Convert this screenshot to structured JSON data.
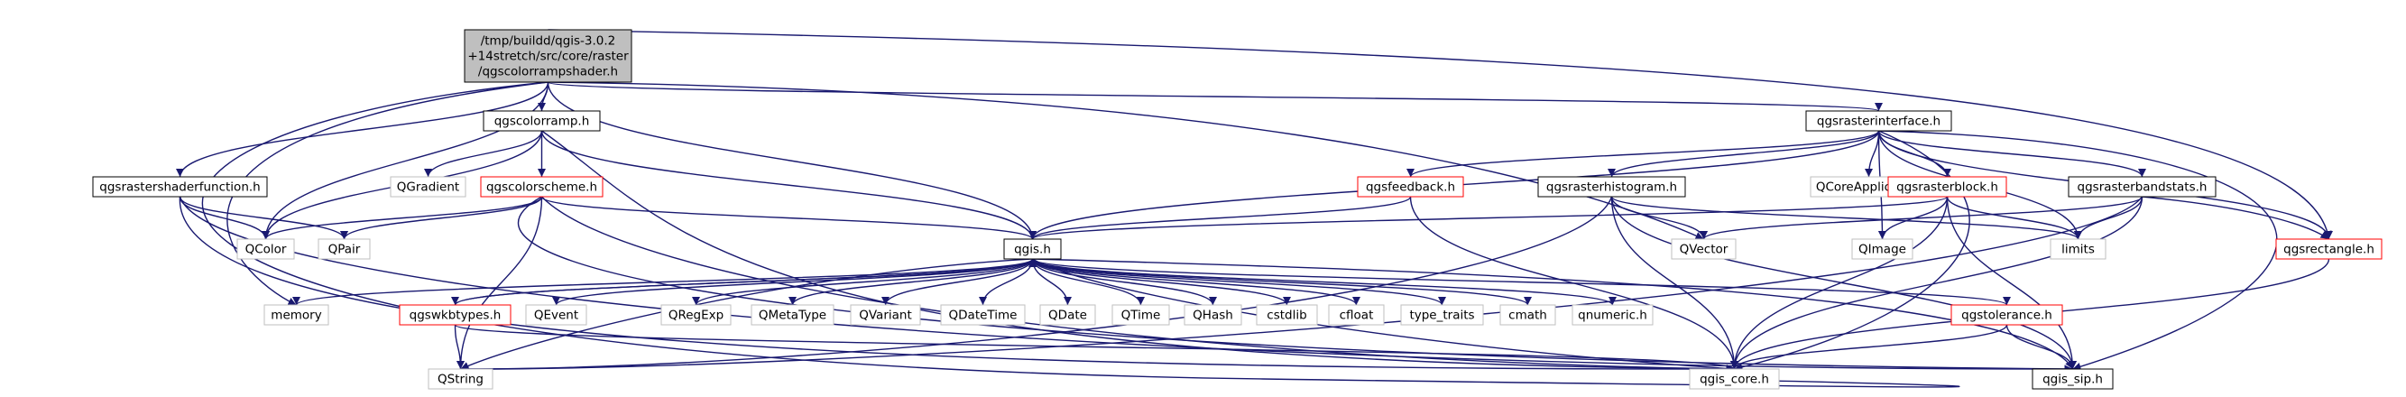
{
  "colors": {
    "edge": "#191970",
    "root_fill": "#bfbfbf",
    "node_fill": "#ffffff",
    "node_border": "#000000",
    "warn_border": "#ff0000",
    "external_border": "#bfbfbf",
    "external_text": "#000000"
  },
  "nodes": [
    {
      "id": "root",
      "lines": [
        "/tmp/buildd/qgis-3.0.2",
        "+14stretch/src/core/raster",
        "/qgscolorrampshader.h"
      ],
      "style": "root"
    },
    {
      "id": "qgscolorramp",
      "lines": [
        "qgscolorramp.h"
      ],
      "style": "normal"
    },
    {
      "id": "qgsrasterinterface",
      "lines": [
        "qgsrasterinterface.h"
      ],
      "style": "normal"
    },
    {
      "id": "qgsrastershaderfunction",
      "lines": [
        "qgsrastershaderfunction.h"
      ],
      "style": "normal"
    },
    {
      "id": "qgsgradient",
      "lines": [
        "QGradient"
      ],
      "style": "external"
    },
    {
      "id": "qgscolorscheme",
      "lines": [
        "qgscolorscheme.h"
      ],
      "style": "warn"
    },
    {
      "id": "qgsfeedback",
      "lines": [
        "qgsfeedback.h"
      ],
      "style": "warn"
    },
    {
      "id": "qgsrasterhistogram",
      "lines": [
        "qgsrasterhistogram.h"
      ],
      "style": "normal"
    },
    {
      "id": "qcoreapplication",
      "lines": [
        "QCoreApplication"
      ],
      "style": "external"
    },
    {
      "id": "qgsrasterblock",
      "lines": [
        "qgsrasterblock.h"
      ],
      "style": "warn"
    },
    {
      "id": "qgsrasterbandstats",
      "lines": [
        "qgsrasterbandstats.h"
      ],
      "style": "normal"
    },
    {
      "id": "qcolor",
      "lines": [
        "QColor"
      ],
      "style": "external"
    },
    {
      "id": "qpair",
      "lines": [
        "QPair"
      ],
      "style": "external"
    },
    {
      "id": "qgis",
      "lines": [
        "qgis.h"
      ],
      "style": "normal"
    },
    {
      "id": "qvector",
      "lines": [
        "QVector"
      ],
      "style": "external"
    },
    {
      "id": "qimage",
      "lines": [
        "QImage"
      ],
      "style": "external"
    },
    {
      "id": "limits",
      "lines": [
        "limits"
      ],
      "style": "external"
    },
    {
      "id": "qgsrectangle",
      "lines": [
        "qgsrectangle.h"
      ],
      "style": "warn"
    },
    {
      "id": "memory",
      "lines": [
        "memory"
      ],
      "style": "external"
    },
    {
      "id": "qgswkbtypes",
      "lines": [
        "qgswkbtypes.h"
      ],
      "style": "warn"
    },
    {
      "id": "qevent",
      "lines": [
        "QEvent"
      ],
      "style": "external"
    },
    {
      "id": "qregexp",
      "lines": [
        "QRegExp"
      ],
      "style": "external"
    },
    {
      "id": "qmetatype",
      "lines": [
        "QMetaType"
      ],
      "style": "external"
    },
    {
      "id": "qvariant",
      "lines": [
        "QVariant"
      ],
      "style": "external"
    },
    {
      "id": "qdatetime",
      "lines": [
        "QDateTime"
      ],
      "style": "external"
    },
    {
      "id": "qdate",
      "lines": [
        "QDate"
      ],
      "style": "external"
    },
    {
      "id": "qtime",
      "lines": [
        "QTime"
      ],
      "style": "external"
    },
    {
      "id": "qhash",
      "lines": [
        "QHash"
      ],
      "style": "external"
    },
    {
      "id": "cstdlib",
      "lines": [
        "cstdlib"
      ],
      "style": "external"
    },
    {
      "id": "cfloat",
      "lines": [
        "cfloat"
      ],
      "style": "external"
    },
    {
      "id": "type_traits",
      "lines": [
        "type_traits"
      ],
      "style": "external"
    },
    {
      "id": "cmath",
      "lines": [
        "cmath"
      ],
      "style": "external"
    },
    {
      "id": "qnumeric",
      "lines": [
        "qnumeric.h"
      ],
      "style": "external"
    },
    {
      "id": "qgstolerance",
      "lines": [
        "qgstolerance.h"
      ],
      "style": "warn"
    },
    {
      "id": "qstring",
      "lines": [
        "QString"
      ],
      "style": "external"
    },
    {
      "id": "qgis_core",
      "lines": [
        "qgis_core.h"
      ],
      "style": "external"
    },
    {
      "id": "qgis_sip",
      "lines": [
        "qgis_sip.h"
      ],
      "style": "normal"
    }
  ],
  "edges": [
    [
      "root",
      "qgscolorramp"
    ],
    [
      "root",
      "qgsrasterinterface"
    ],
    [
      "root",
      "qgsrastershaderfunction"
    ],
    [
      "root",
      "qcolor"
    ],
    [
      "root",
      "qgis"
    ],
    [
      "root",
      "memory"
    ],
    [
      "root",
      "qgis_core"
    ],
    [
      "root",
      "qvector"
    ],
    [
      "root",
      "qgsrectangle"
    ],
    [
      "qgscolorramp",
      "qgsgradient"
    ],
    [
      "qgscolorramp",
      "qgscolorscheme"
    ],
    [
      "qgscolorramp",
      "qcolor"
    ],
    [
      "qgscolorramp",
      "qgis"
    ],
    [
      "qgscolorramp",
      "qgis_core"
    ],
    [
      "qgscolorscheme",
      "qcolor"
    ],
    [
      "qgscolorscheme",
      "qpair"
    ],
    [
      "qgscolorscheme",
      "qgis"
    ],
    [
      "qgscolorscheme",
      "qstring"
    ],
    [
      "qgscolorscheme",
      "qgis_core"
    ],
    [
      "qgscolorscheme",
      "qgis_sip"
    ],
    [
      "qgsrastershaderfunction",
      "qcolor"
    ],
    [
      "qgsrastershaderfunction",
      "qpair"
    ],
    [
      "qgsrastershaderfunction",
      "qgis_core"
    ],
    [
      "qgsrastershaderfunction",
      "qgis_sip"
    ],
    [
      "qgsrasterinterface",
      "qgis"
    ],
    [
      "qgsrasterinterface",
      "qgsfeedback"
    ],
    [
      "qgsrasterinterface",
      "qgsrasterhistogram"
    ],
    [
      "qgsrasterinterface",
      "qcoreapplication"
    ],
    [
      "qgsrasterinterface",
      "qgsrasterblock"
    ],
    [
      "qgsrasterinterface",
      "qgsrasterbandstats"
    ],
    [
      "qgsrasterinterface",
      "qimage"
    ],
    [
      "qgsrasterinterface",
      "limits"
    ],
    [
      "qgsrasterinterface",
      "qgsrectangle"
    ],
    [
      "qgsrasterinterface",
      "qgis_core"
    ],
    [
      "qgsrasterinterface",
      "qgis_sip"
    ],
    [
      "qgsfeedback",
      "qgis"
    ],
    [
      "qgsfeedback",
      "qgis_core"
    ],
    [
      "qgsrasterhistogram",
      "qvector"
    ],
    [
      "qgsrasterhistogram",
      "limits"
    ],
    [
      "qgsrasterhistogram",
      "qgis_core"
    ],
    [
      "qgsrasterhistogram",
      "qgis_sip"
    ],
    [
      "qgsrasterhistogram",
      "qstring"
    ],
    [
      "qgsrasterblock",
      "qgis"
    ],
    [
      "qgsrasterblock",
      "limits"
    ],
    [
      "qgsrasterblock",
      "qimage"
    ],
    [
      "qgsrasterblock",
      "qgis_core"
    ],
    [
      "qgsrasterblock",
      "qgis_sip"
    ],
    [
      "qgsrasterbandstats",
      "qvector"
    ],
    [
      "qgsrasterbandstats",
      "limits"
    ],
    [
      "qgsrasterbandstats",
      "qgsrectangle"
    ],
    [
      "qgsrasterbandstats",
      "qgis_core"
    ],
    [
      "qgsrasterbandstats",
      "qstring"
    ],
    [
      "qgsrectangle",
      "qgis_core"
    ],
    [
      "qgis",
      "memory"
    ],
    [
      "qgis",
      "qgswkbtypes"
    ],
    [
      "qgis",
      "qevent"
    ],
    [
      "qgis",
      "qregexp"
    ],
    [
      "qgis",
      "qmetatype"
    ],
    [
      "qgis",
      "qvariant"
    ],
    [
      "qgis",
      "qdatetime"
    ],
    [
      "qgis",
      "qdate"
    ],
    [
      "qgis",
      "qtime"
    ],
    [
      "qgis",
      "qhash"
    ],
    [
      "qgis",
      "cstdlib"
    ],
    [
      "qgis",
      "cfloat"
    ],
    [
      "qgis",
      "type_traits"
    ],
    [
      "qgis",
      "cmath"
    ],
    [
      "qgis",
      "qnumeric"
    ],
    [
      "qgis",
      "qgstolerance"
    ],
    [
      "qgis",
      "qstring"
    ],
    [
      "qgis",
      "qgis_core"
    ],
    [
      "qgis",
      "qgis_sip"
    ],
    [
      "qgswkbtypes",
      "qgis"
    ],
    [
      "qgswkbtypes",
      "qstring"
    ],
    [
      "qgswkbtypes",
      "qgis_core"
    ],
    [
      "qgstolerance",
      "qgis_core"
    ],
    [
      "qgstolerance",
      "qgis_sip"
    ]
  ]
}
